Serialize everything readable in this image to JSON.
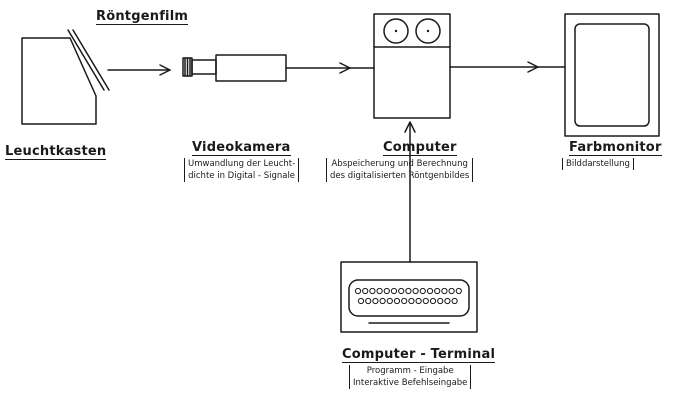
{
  "labels": {
    "film": "Röntgenfilm",
    "lightbox": "Leuchtkasten",
    "camera": "Videokamera",
    "computer": "Computer",
    "monitor": "Farbmonitor",
    "terminal": "Computer - Terminal"
  },
  "descriptions": {
    "camera": [
      "Umwandlung der Leucht-",
      "dichte in Digital - Signale"
    ],
    "computer": [
      "Abspeicherung und Berechnung",
      "des digitalisierten Röntgenbildes"
    ],
    "monitor": [
      "Bilddarstellung"
    ],
    "terminal": [
      "Programm - Eingabe",
      "Interaktive Befehlseingabe"
    ]
  },
  "colors": {
    "ink": "#1a1a1a",
    "background": "#ffffff"
  }
}
